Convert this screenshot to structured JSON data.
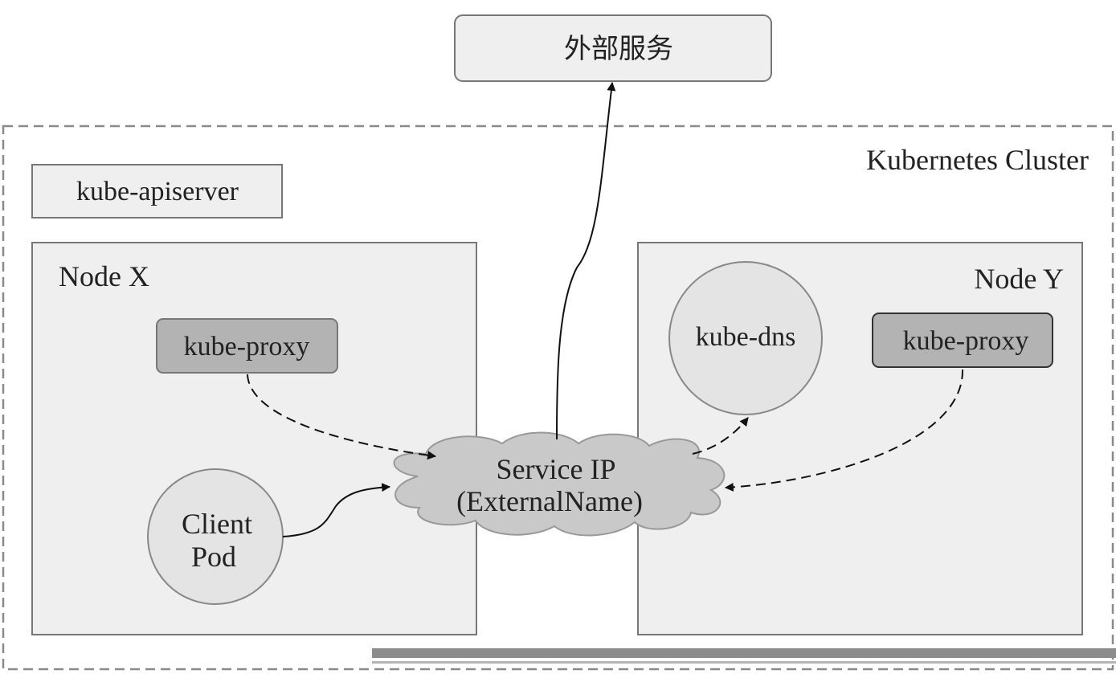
{
  "external": {
    "label": "外部服务"
  },
  "cluster": {
    "label": "Kubernetes Cluster"
  },
  "apiserver": {
    "label": "kube-apiserver"
  },
  "node_x": {
    "label": "Node X",
    "proxy_label": "kube-proxy",
    "client_pod": {
      "line1": "Client",
      "line2": "Pod"
    }
  },
  "node_y": {
    "label": "Node Y",
    "proxy_label": "kube-proxy",
    "dns_label": "kube-dns"
  },
  "service": {
    "line1": "Service IP",
    "line2": "(ExternalName)"
  },
  "colors": {
    "box_fill": "#efefef",
    "proxy_fill": "#b3b3b3",
    "cloud_fill": "#c9c9c9",
    "circle_fill": "#e4e4e4",
    "border": "#777777"
  }
}
